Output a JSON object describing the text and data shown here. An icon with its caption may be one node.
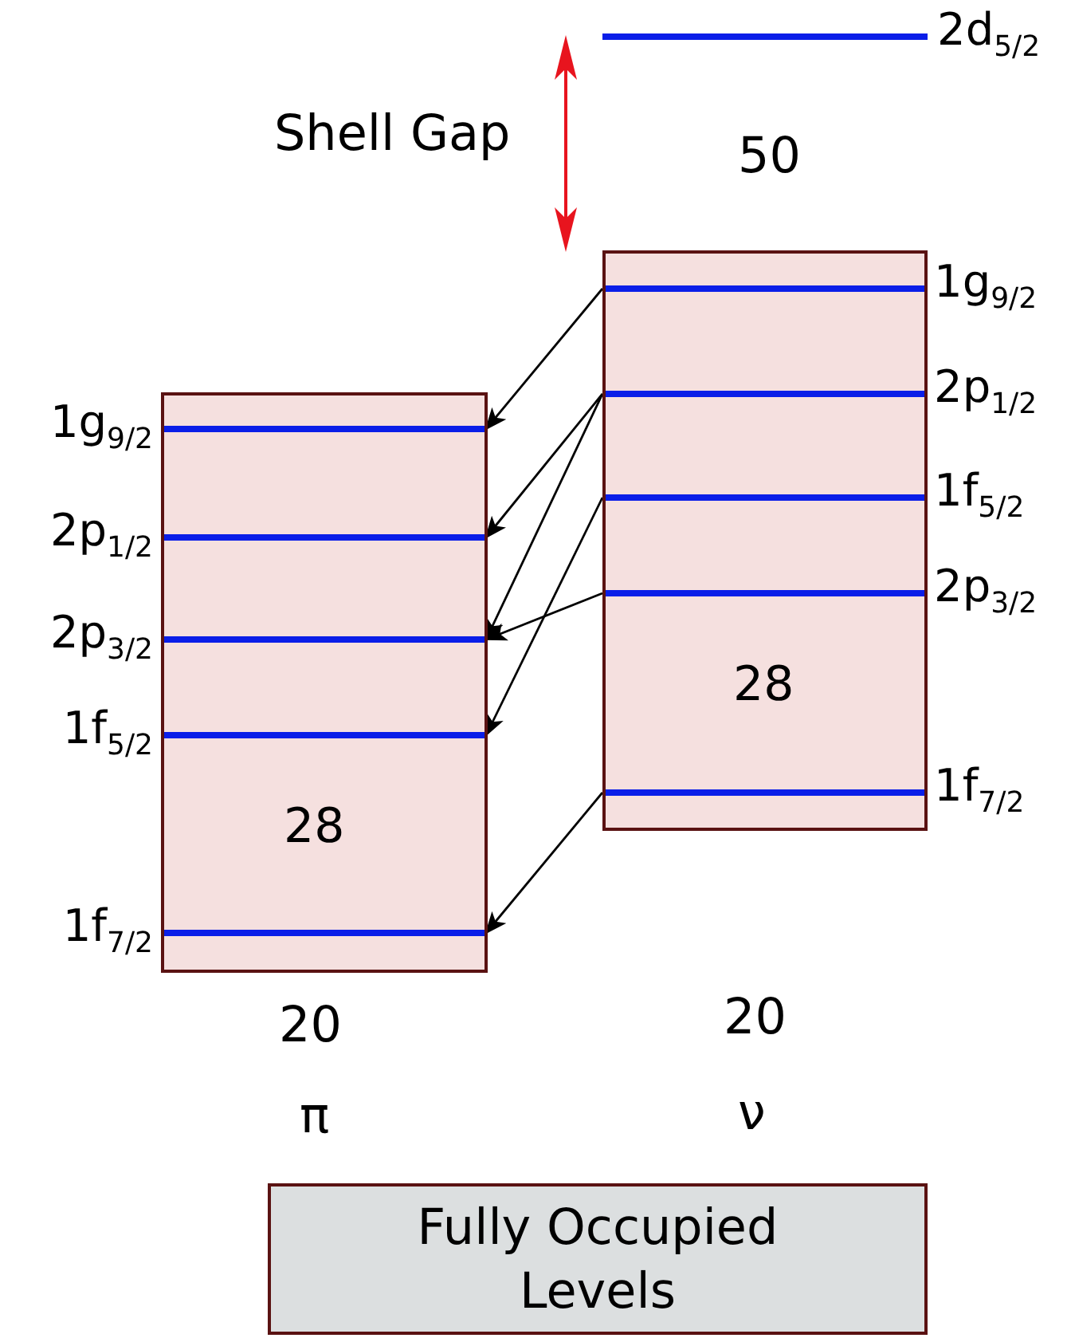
{
  "diagram": {
    "nodes": [
      {
        "text": [
          "2d$_{5/2}$"
        ]
      },
      {
        "text": [
          "28"
        ]
      },
      {
        "text": [
          "1g$_{9/2}$"
        ],
        "in": 1
      },
      {
        "text": [
          "2p$_{1/2}$"
        ],
        "in": 1
      },
      {
        "text": [
          "1f$_{5/2}$"
        ],
        "in": 1
      },
      {
        "text": [
          "2p$_{3/2}$"
        ],
        "in": 1
      },
      {
        "text": [
          "1f$_{7/2}$"
        ],
        "in": 1
      },
      {
        "text": [
          "28"
        ]
      },
      {
        "text": [
          "1g$_{9/2}$"
        ],
        "in": 7
      },
      {
        "text": [
          "2p$_{1/2}$"
        ],
        "in": 7
      },
      {
        "text": [
          "2p$_{3/2}$"
        ],
        "in": 7
      },
      {
        "text": [
          "1f$_{5/2}$"
        ],
        "in": 7
      },
      {
        "text": [
          "1f$_{7/2}$"
        ],
        "in": 7
      },
      {
        "text": [
          "Fully Occupied Levels"
        ]
      }
    ],
    "edges": [
      {
        "from": 2,
        "to": 8,
        "arrow": "to"
      },
      {
        "from": 3,
        "to": 9,
        "arrow": "to"
      },
      {
        "from": 3,
        "to": 10,
        "arrow": "to"
      },
      {
        "from": 4,
        "to": 11,
        "arrow": "to"
      },
      {
        "from": 5,
        "to": 10,
        "arrow": "to"
      },
      {
        "from": 6,
        "to": 12,
        "arrow": "to"
      }
    ],
    "labels": [
      "Shell Gap",
      "50",
      "20",
      "20",
      "π",
      "ν"
    ]
  }
}
